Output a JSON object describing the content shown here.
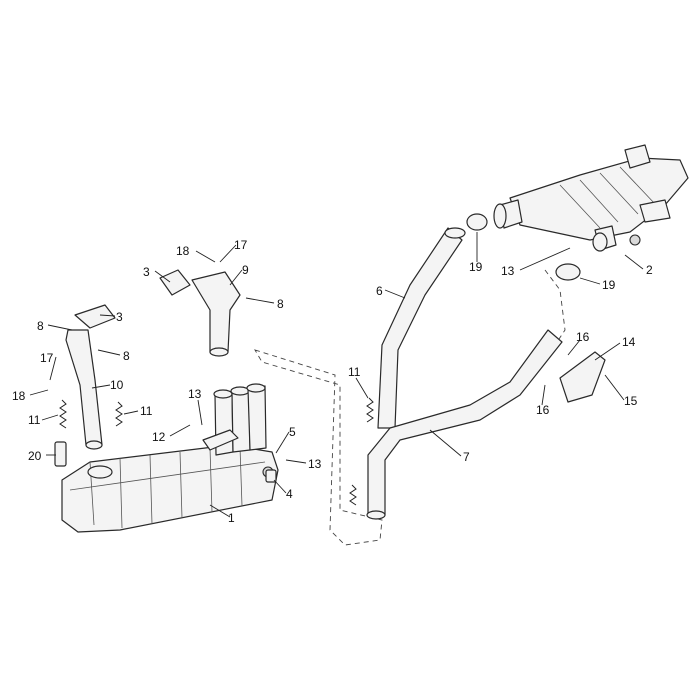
{
  "callouts": {
    "c1": "1",
    "c2": "2",
    "c3a": "3",
    "c3b": "3",
    "c4": "4",
    "c5": "5",
    "c6": "6",
    "c7": "7",
    "c8a": "8",
    "c8b": "8",
    "c8c": "8",
    "c9": "9",
    "c10": "10",
    "c11a": "11",
    "c11b": "11",
    "c11c": "11",
    "c12": "12",
    "c13a": "13",
    "c13b": "13",
    "c13c": "13",
    "c14": "14",
    "c15": "15",
    "c16a": "16",
    "c16b": "16",
    "c17a": "17",
    "c17b": "17",
    "c18a": "18",
    "c18b": "18",
    "c19a": "19",
    "c19b": "19",
    "c20": "20"
  },
  "colors": {
    "line": "#2a2a2a",
    "fill": "#f4f4f4",
    "shade": "#d9d9d9"
  }
}
